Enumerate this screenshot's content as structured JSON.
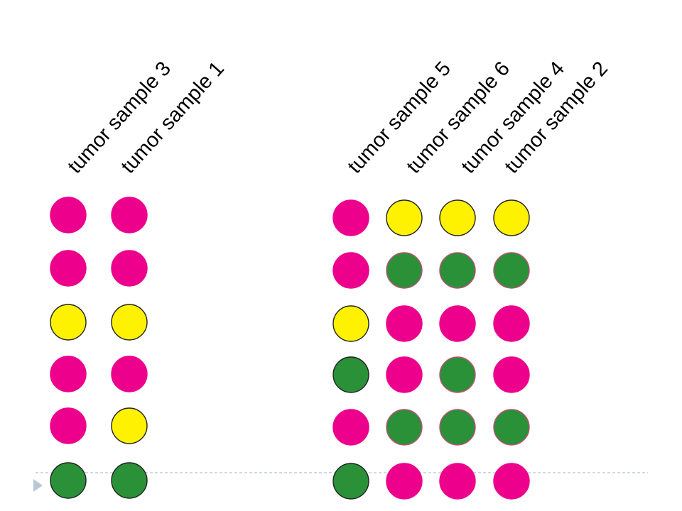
{
  "colors": {
    "magenta": "#ec008c",
    "yellow": "#fff200",
    "green": "#2a9139",
    "outline_dark": "#222222",
    "outline_pink": "#c2507a",
    "divider": "#9fb6c8",
    "arrow": "#b7c7d6"
  },
  "groups": [
    {
      "columns": [
        {
          "label": "tumor sample 3",
          "dots": [
            "magenta",
            "magenta",
            "yellow",
            "magenta",
            "magenta",
            "green"
          ]
        },
        {
          "label": "tumor sample 1",
          "dots": [
            "magenta",
            "magenta",
            "yellow",
            "magenta",
            "yellow",
            "green"
          ]
        }
      ]
    },
    {
      "columns": [
        {
          "label": "tumor sample 5",
          "dots": [
            "magenta",
            "magenta",
            "yellow",
            "green",
            "magenta",
            "green"
          ]
        },
        {
          "label": "tumor sample 6",
          "dots": [
            "yellow",
            "green",
            "magenta",
            "magenta",
            "green",
            "magenta"
          ]
        },
        {
          "label": "tumor sample 4",
          "dots": [
            "yellow",
            "green",
            "magenta",
            "green",
            "green",
            "magenta"
          ]
        },
        {
          "label": "tumor sample 2",
          "dots": [
            "yellow",
            "green",
            "magenta",
            "magenta",
            "green",
            "magenta"
          ]
        }
      ]
    }
  ],
  "footer": {
    "arrow_icon": "triangle-right-icon"
  }
}
